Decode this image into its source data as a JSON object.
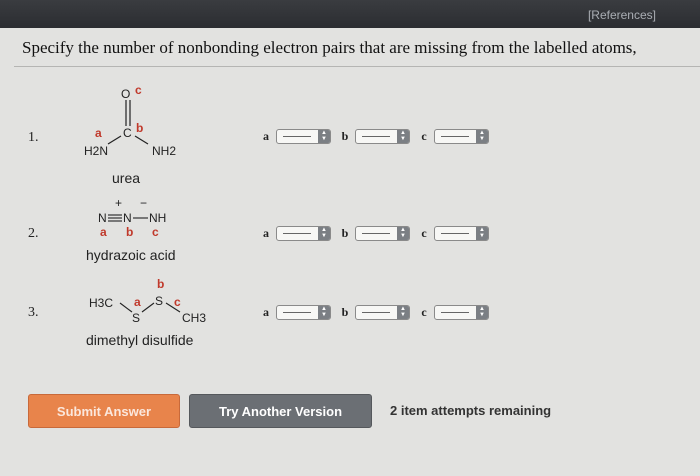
{
  "header": {
    "references_label": "[References]"
  },
  "question": {
    "text": "Specify the number of nonbonding electron pairs that are missing from the labelled atoms,"
  },
  "items": [
    {
      "number": "1.",
      "name": "urea",
      "slots": [
        {
          "label": "a",
          "value": ""
        },
        {
          "label": "b",
          "value": ""
        },
        {
          "label": "c",
          "value": ""
        }
      ]
    },
    {
      "number": "2.",
      "name": "hydrazoic acid",
      "slots": [
        {
          "label": "a",
          "value": ""
        },
        {
          "label": "b",
          "value": ""
        },
        {
          "label": "c",
          "value": ""
        }
      ]
    },
    {
      "number": "3.",
      "name": "dimethyl disulfide",
      "slots": [
        {
          "label": "a",
          "value": ""
        },
        {
          "label": "b",
          "value": ""
        },
        {
          "label": "c",
          "value": ""
        }
      ]
    }
  ],
  "structures": {
    "urea": {
      "o": "O",
      "c": "C",
      "h2n": "H2N",
      "nh2": "NH2",
      "la": "a",
      "lb": "b",
      "lc": "c"
    },
    "hydrazoic": {
      "n1": "N",
      "n2": "N",
      "nh": "NH",
      "plus": "+",
      "minus": "−",
      "la": "a",
      "lb": "b",
      "lc": "c"
    },
    "disulfide": {
      "h3c": "H3C",
      "s1": "S",
      "s2": "S",
      "ch3": "CH3",
      "la": "a",
      "lb": "b",
      "lc": "c"
    }
  },
  "actions": {
    "submit_label": "Submit Answer",
    "try_label": "Try Another Version",
    "attempts_text": "2 item attempts remaining"
  },
  "colors": {
    "accent": "#e8844b",
    "label_red": "#c0392b",
    "button_gray": "#6b6f74"
  }
}
